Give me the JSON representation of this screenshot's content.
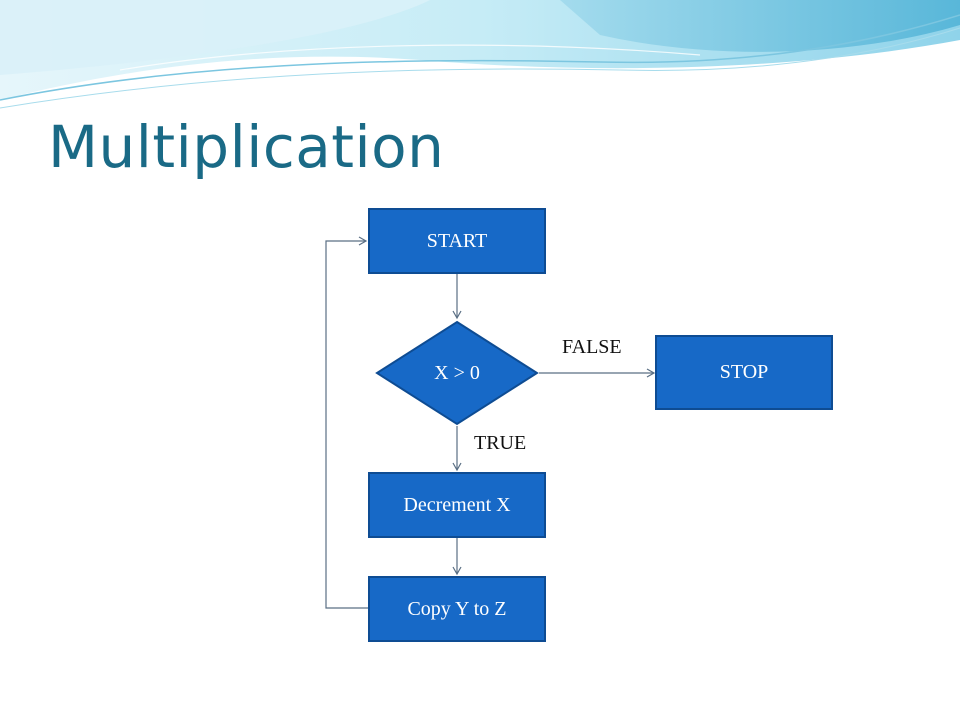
{
  "slide": {
    "title": "Multiplication"
  },
  "flowchart": {
    "nodes": {
      "start": "START",
      "decision": "X > 0",
      "stop": "STOP",
      "decrement": "Decrement X",
      "copy": "Copy Y to Z"
    },
    "edge_labels": {
      "false": "FALSE",
      "true": "TRUE"
    }
  },
  "colors": {
    "title": "#1a6a86",
    "node_fill": "#1769c7",
    "node_border": "#0e4c93",
    "connector": "#5a6f84",
    "wave_light": "#b9e6f2",
    "wave_dark": "#5bb8d8"
  }
}
